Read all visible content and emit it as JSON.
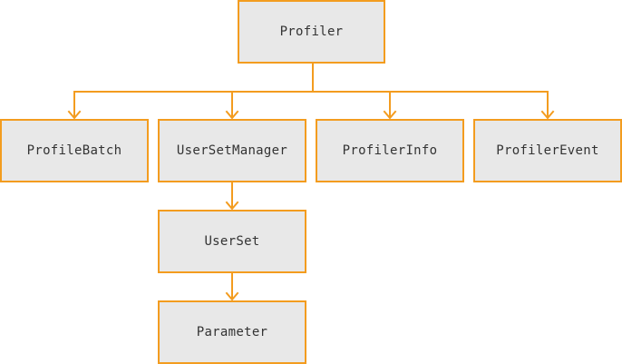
{
  "diagram": {
    "accent_color": "#f39c1f",
    "node_fill": "#e8e8e8",
    "text_color": "#333333",
    "nodes": {
      "profiler": "Profiler",
      "profile_batch": "ProfileBatch",
      "user_set_manager": "UserSetManager",
      "profiler_info": "ProfilerInfo",
      "profiler_event": "ProfilerEvent",
      "user_set": "UserSet",
      "parameter": "Parameter"
    },
    "edges": [
      [
        "profiler",
        "profile_batch"
      ],
      [
        "profiler",
        "user_set_manager"
      ],
      [
        "profiler",
        "profiler_info"
      ],
      [
        "profiler",
        "profiler_event"
      ],
      [
        "user_set_manager",
        "user_set"
      ],
      [
        "user_set",
        "parameter"
      ]
    ]
  }
}
